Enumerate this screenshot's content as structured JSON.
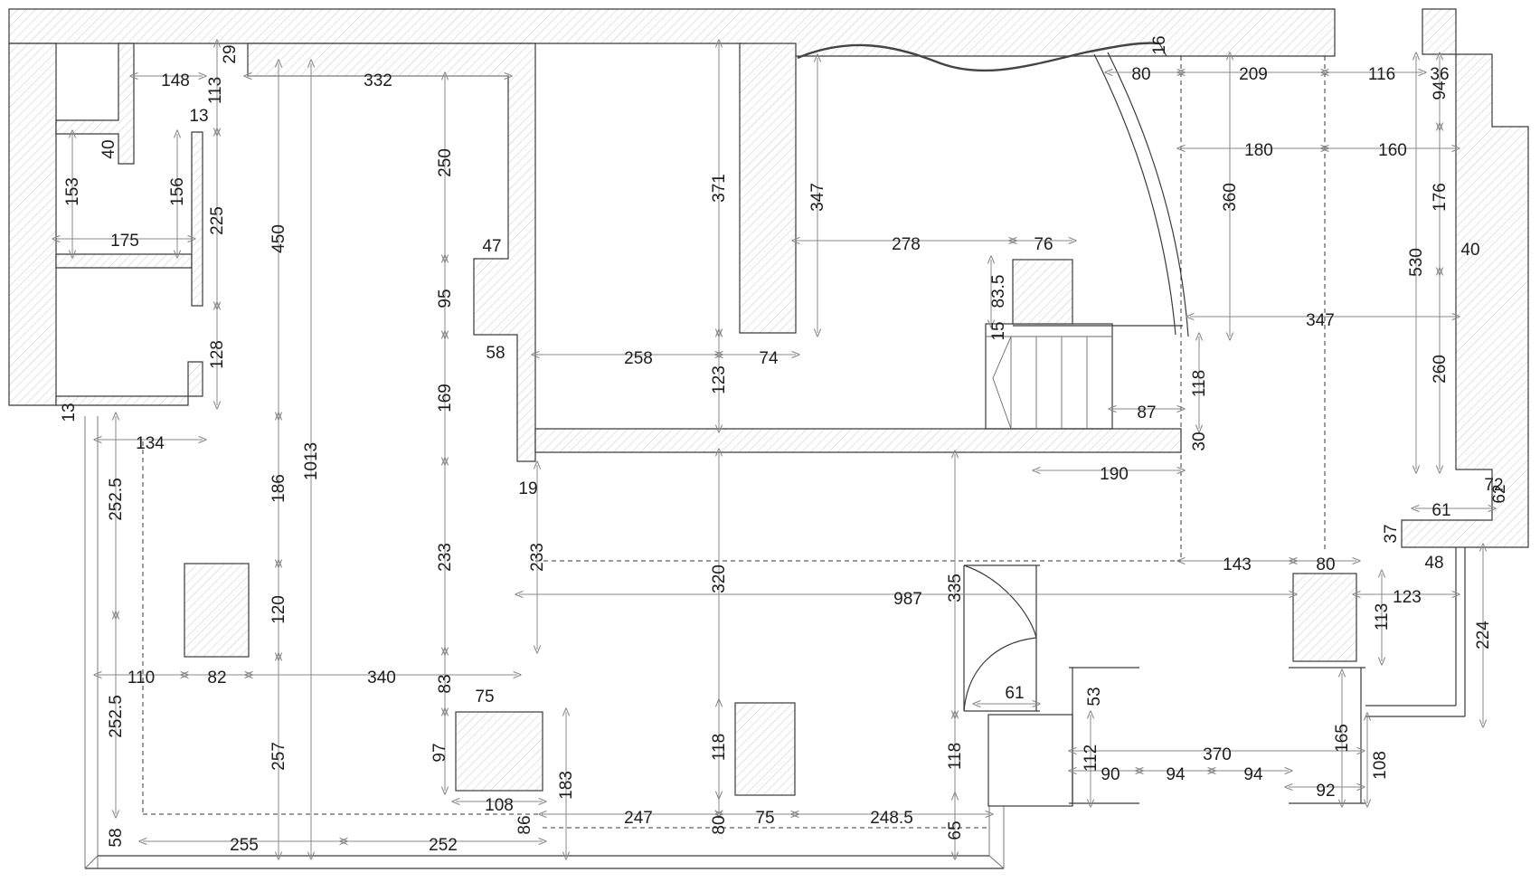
{
  "dimension_labels": {
    "d148": "148",
    "d113": "113",
    "d29": "29",
    "d332": "332",
    "d13a": "13",
    "d40a": "40",
    "d153": "153",
    "d156": "156",
    "d175": "175",
    "d225": "225",
    "d450": "450",
    "d250": "250",
    "d47": "47",
    "d95": "95",
    "d58a": "58",
    "d128": "128",
    "d13b": "13",
    "d134": "134",
    "d169": "169",
    "d1013": "1013",
    "d252a": "252.5",
    "d186": "186",
    "d19": "19",
    "d233a": "233",
    "d233b": "233",
    "d120": "120",
    "d110": "110",
    "d82": "82",
    "d340": "340",
    "d83": "83",
    "d75a": "75",
    "d97": "97",
    "d252b": "252.5",
    "d257": "257",
    "d108a": "108",
    "d183": "183",
    "d86": "86",
    "d58b": "58",
    "d255": "255",
    "d252c": "252",
    "d371": "371",
    "d347a": "347",
    "d258": "258",
    "d74": "74",
    "d123a": "123",
    "d278": "278",
    "d76": "76",
    "d83_5": "83.5",
    "d15": "15",
    "d87": "87",
    "d118a": "118",
    "d30": "30",
    "d190": "190",
    "d320": "320",
    "d335": "335",
    "d987": "987",
    "d16": "16",
    "d80a": "80",
    "d209": "209",
    "d116": "116",
    "d36": "36",
    "d94a": "94",
    "d180": "180",
    "d160": "160",
    "d360": "360",
    "d176": "176",
    "d40b": "40",
    "d530": "530",
    "d347b": "347",
    "d260": "260",
    "d72": "72",
    "d62": "62",
    "d61a": "61",
    "d37": "37",
    "d48": "48",
    "d143": "143",
    "d80b": "80",
    "d123b": "123",
    "d113b": "113",
    "d224": "224",
    "d61b": "61",
    "d53": "53",
    "d112": "112",
    "d90": "90",
    "d94b": "94",
    "d370": "370",
    "d94c": "94",
    "d165": "165",
    "d108b": "108",
    "d92": "92",
    "d118b": "118",
    "d118c": "118",
    "d75b": "75",
    "d247": "247",
    "d80c": "80",
    "d248": "248.5",
    "d65": "65"
  }
}
